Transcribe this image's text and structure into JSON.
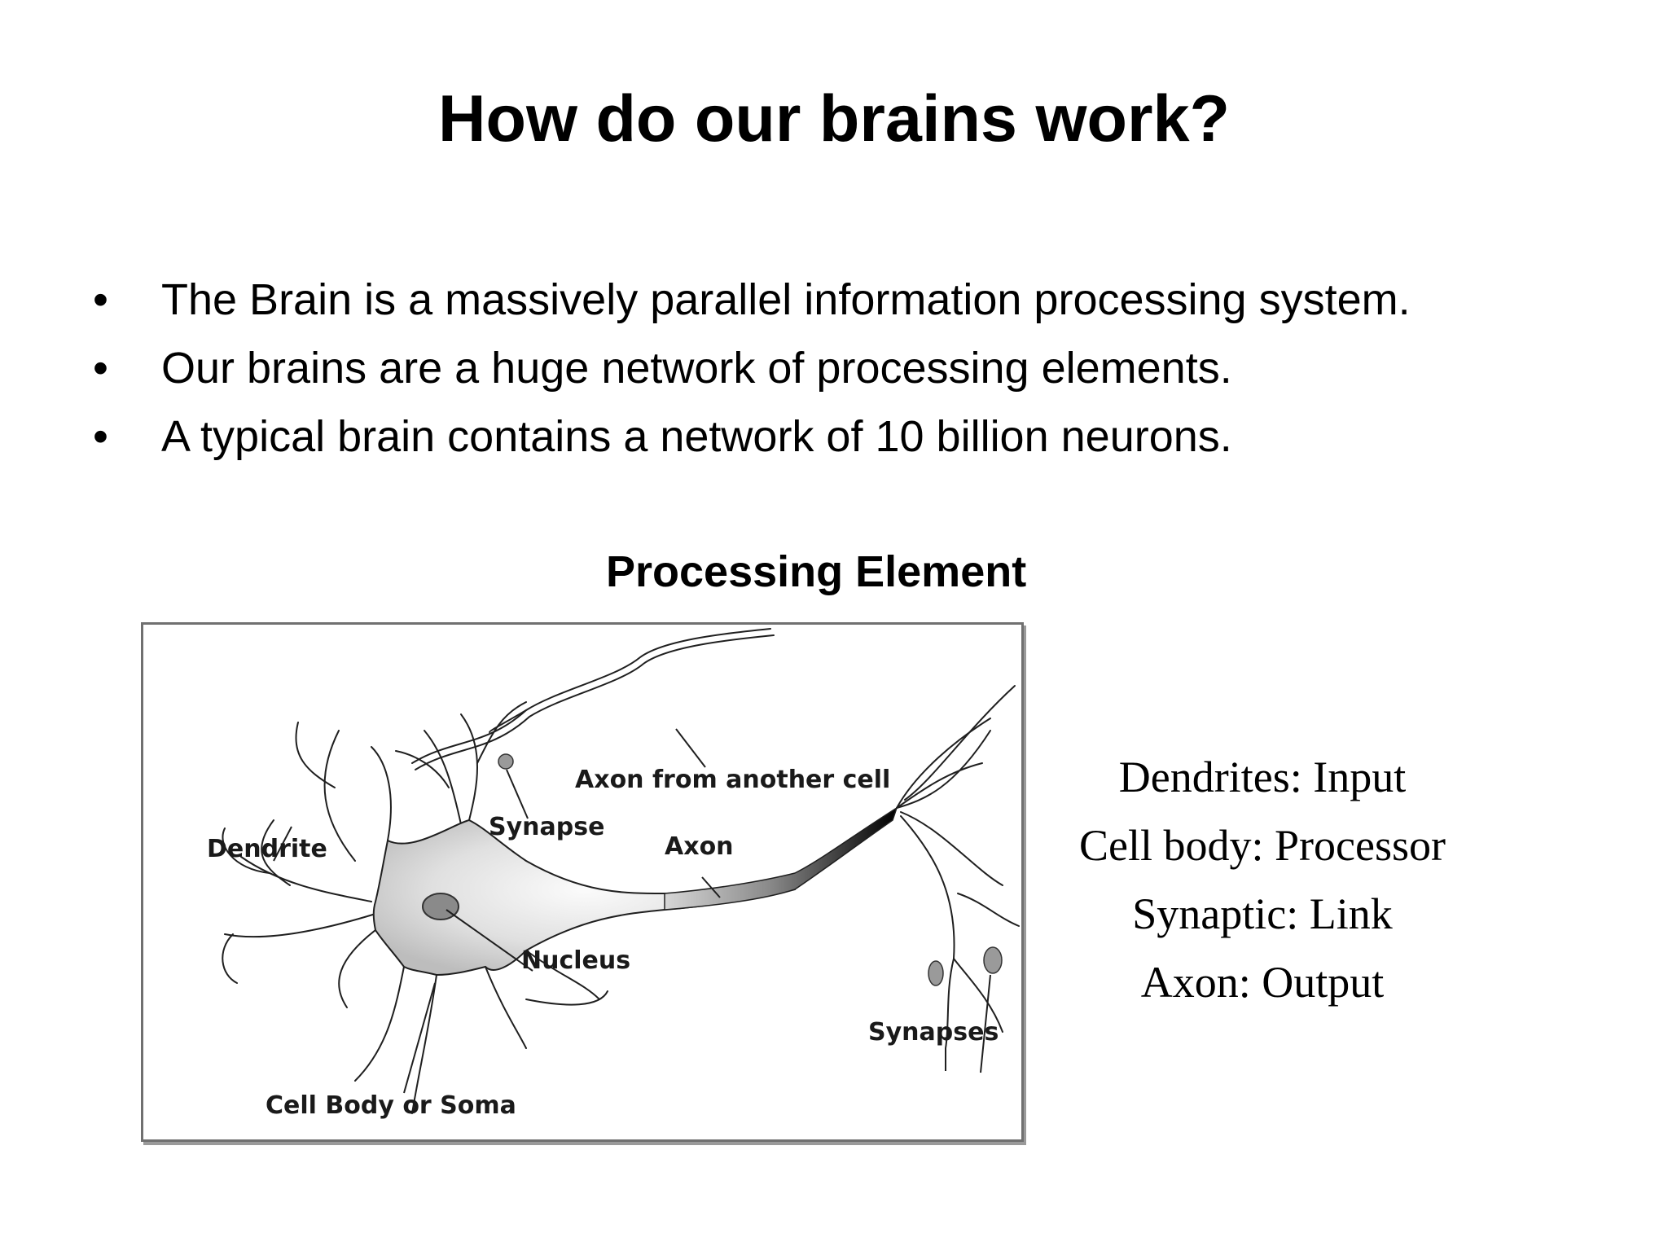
{
  "slide": {
    "title": "How do our brains work?",
    "bullet_symbol": "•",
    "bullets": [
      "The Brain is a massively parallel information processing system.",
      "Our brains are a huge network of processing elements.",
      "A typical brain contains a network of 10 billion neurons."
    ],
    "diagram_heading": "Processing Element"
  },
  "diagram": {
    "labels": {
      "axon_from_another_cell": "Axon from another cell",
      "synapse": "Synapse",
      "dendrite": "Dendrite",
      "axon": "Axon",
      "nucleus": "Nucleus",
      "synapses": "Synapses",
      "cell_body": "Cell Body or Soma"
    }
  },
  "legend": [
    "Dendrites: Input",
    "Cell body: Processor",
    "Synaptic: Link",
    "Axon: Output"
  ]
}
